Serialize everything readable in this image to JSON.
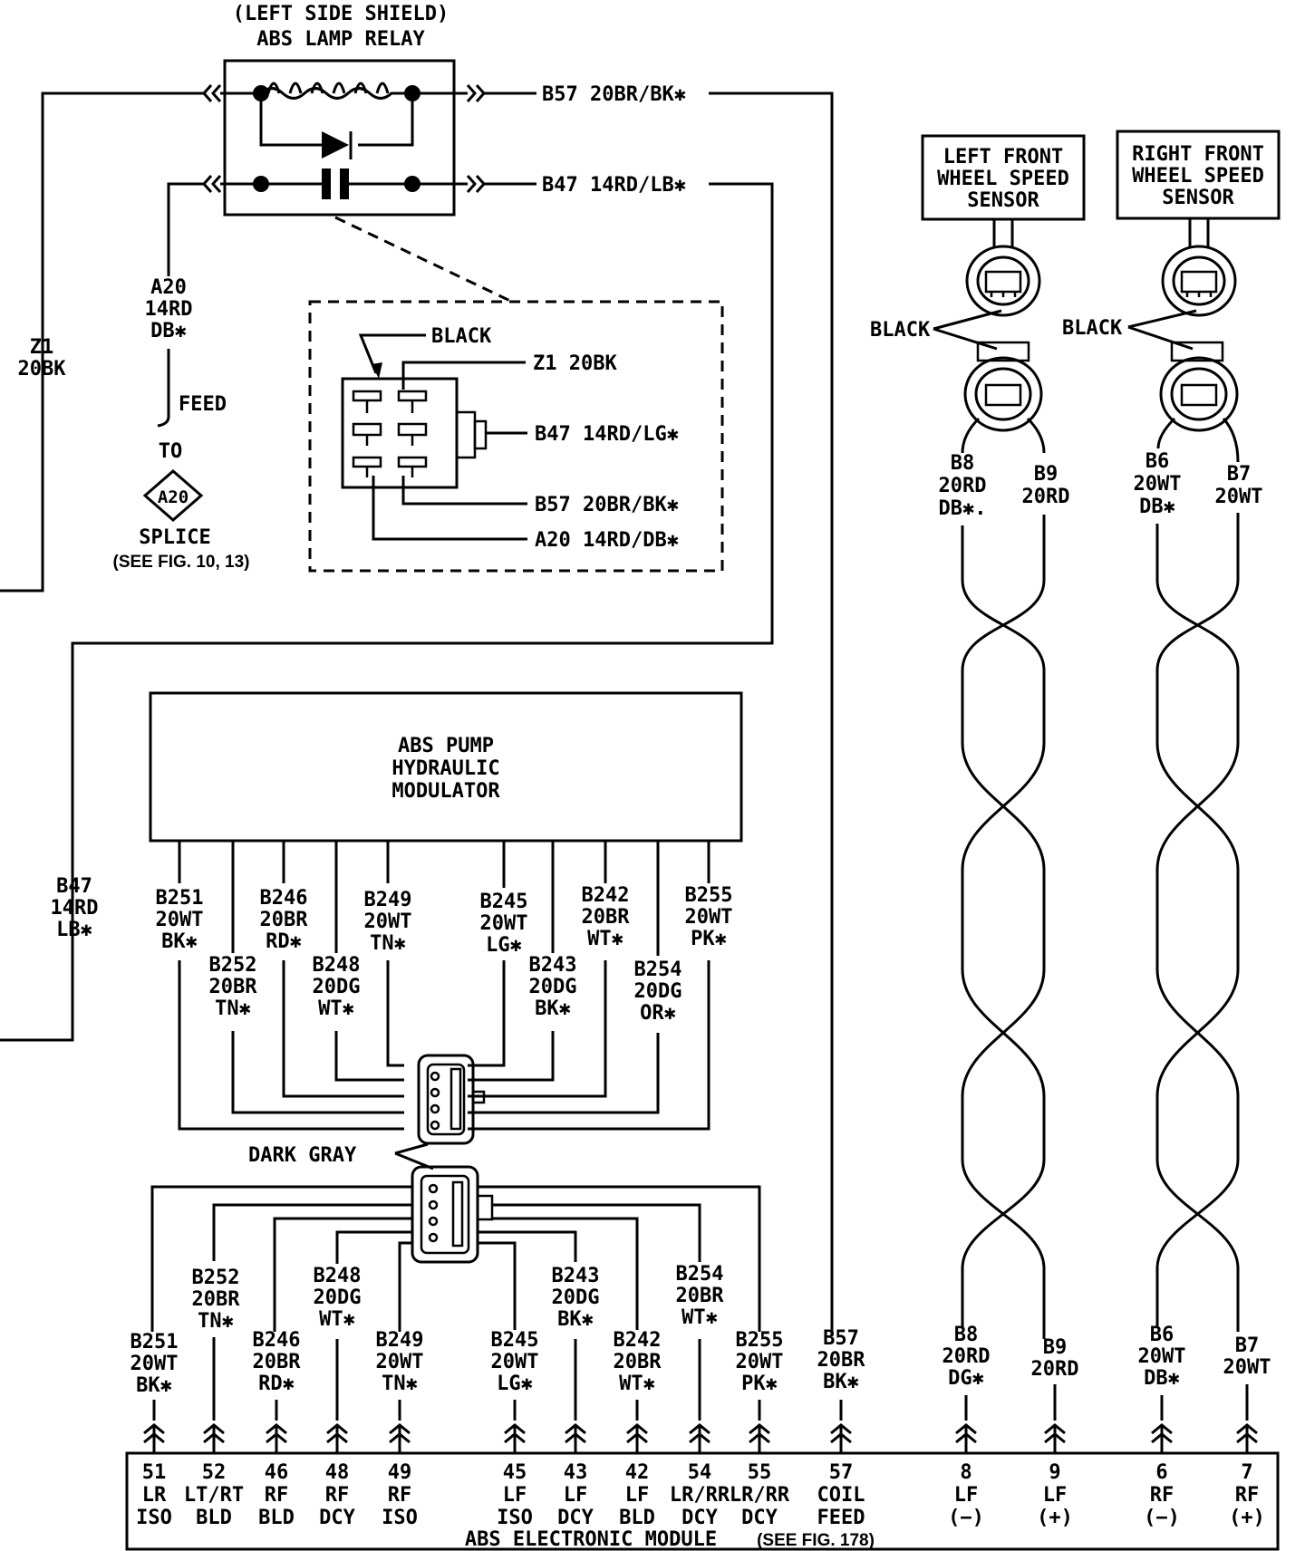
{
  "relay": {
    "title1": "(LEFT SIDE SHIELD)",
    "title2": "ABS LAMP RELAY",
    "out_top": "B57 20BR/BK✱",
    "out_bottom": "B47 14RD/LB✱"
  },
  "left_wires": {
    "z1": [
      "Z1",
      "20BK"
    ],
    "a20": [
      "A20",
      "14RD",
      "DB✱"
    ],
    "feed": "FEED",
    "to": "TO",
    "splice_symbol": "A20",
    "splice": "SPLICE",
    "see": "(SEE FIG. 10, 13)",
    "b47": [
      "B47",
      "14RD",
      "LB✱"
    ]
  },
  "inset": {
    "black": "BLACK",
    "z1": "Z1 20BK",
    "b47": "B47 14RD/LG✱",
    "b57": "B57 20BR/BK✱",
    "a20": "A20 14RD/DB✱"
  },
  "sensors": {
    "left": [
      "LEFT FRONT",
      "WHEEL SPEED",
      "SENSOR"
    ],
    "right": [
      "RIGHT FRONT",
      "WHEEL SPEED",
      "SENSOR"
    ],
    "black_left": "BLACK",
    "black_right": "BLACK",
    "b8": [
      "B8",
      "20RD",
      "DB✱."
    ],
    "b9": [
      "B9",
      "20RD"
    ],
    "b6": [
      "B6",
      "20WT",
      "DB✱"
    ],
    "b7": [
      "B7",
      "20WT"
    ]
  },
  "pump": {
    "title": [
      "ABS PUMP",
      "HYDRAULIC",
      "MODULATOR"
    ],
    "wires_upper": [
      [
        "B251",
        "20WT",
        "BK✱"
      ],
      [
        "B246",
        "20BR",
        "RD✱"
      ],
      [
        "B249",
        "20WT",
        "TN✱"
      ],
      [
        "B245",
        "20WT",
        "LG✱"
      ],
      [
        "B242",
        "20BR",
        "WT✱"
      ],
      [
        "B255",
        "20WT",
        "PK✱"
      ]
    ],
    "wires_lower": [
      [
        "B252",
        "20BR",
        "TN✱"
      ],
      [
        "B248",
        "20DG",
        "WT✱"
      ],
      [
        "B243",
        "20DG",
        "BK✱"
      ],
      [
        "B254",
        "20DG",
        "OR✱"
      ]
    ]
  },
  "dark_gray": "DARK GRAY",
  "module_wires_upper": [
    [
      "B252",
      "20BR",
      "TN✱"
    ],
    [
      "B248",
      "20DG",
      "WT✱"
    ],
    [
      "B243",
      "20DG",
      "BK✱"
    ],
    [
      "B254",
      "20BR",
      "WT✱"
    ]
  ],
  "module_wires_lower": [
    [
      "B251",
      "20WT",
      "BK✱"
    ],
    [
      "B246",
      "20BR",
      "RD✱"
    ],
    [
      "B249",
      "20WT",
      "TN✱"
    ],
    [
      "B245",
      "20WT",
      "LG✱"
    ],
    [
      "B242",
      "20BR",
      "WT✱"
    ],
    [
      "B255",
      "20WT",
      "PK✱"
    ],
    [
      "B57",
      "20BR",
      "BK✱"
    ],
    [
      "B8",
      "20RD",
      "DG✱"
    ],
    [
      "B9",
      "20RD"
    ],
    [
      "B6",
      "20WT",
      "DB✱"
    ],
    [
      "B7",
      "20WT"
    ]
  ],
  "module": {
    "title": "ABS ELECTRONIC MODULE",
    "see": "(SEE FIG. 178)",
    "pins": [
      [
        "51",
        "LR",
        "ISO"
      ],
      [
        "52",
        "LT/RT",
        "BLD"
      ],
      [
        "46",
        "RF",
        "BLD"
      ],
      [
        "48",
        "RF",
        "DCY"
      ],
      [
        "49",
        "RF",
        "ISO"
      ],
      [
        "45",
        "LF",
        "ISO"
      ],
      [
        "43",
        "LF",
        "DCY"
      ],
      [
        "42",
        "LF",
        "BLD"
      ],
      [
        "54",
        "LR/RR",
        "DCY"
      ],
      [
        "55",
        "LR/RR",
        "DCY"
      ],
      [
        "57",
        "COIL",
        "FEED"
      ],
      [
        "8",
        "LF",
        "(−)"
      ],
      [
        "9",
        "LF",
        "(+)"
      ],
      [
        "6",
        "RF",
        "(−)"
      ],
      [
        "7",
        "RF",
        "(+)"
      ]
    ]
  }
}
